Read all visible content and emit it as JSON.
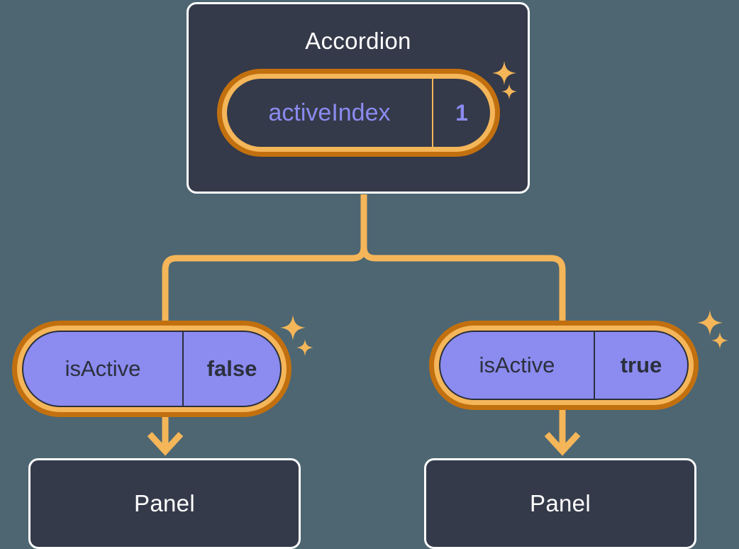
{
  "diagram": {
    "background_color": "#4d6672",
    "accent_orange": "#f5b659",
    "accent_orange_dark": "#c2700f",
    "card_fill": "#343a49",
    "pill_fill": "#8b8bf0",
    "text_light": "#ffffff",
    "text_purple": "#8b8bf0",
    "text_dark": "#2b303c"
  },
  "root": {
    "title": "Accordion",
    "state": {
      "key": "activeIndex",
      "value": "1"
    }
  },
  "branches": [
    {
      "state": {
        "key": "isActive",
        "value": "false"
      },
      "child": {
        "title": "Panel"
      }
    },
    {
      "state": {
        "key": "isActive",
        "value": "true"
      },
      "child": {
        "title": "Panel"
      }
    }
  ],
  "icons": {
    "sparkle_large": "sparkle-icon",
    "sparkle_small": "sparkle-icon",
    "arrow": "arrow-down-icon"
  }
}
